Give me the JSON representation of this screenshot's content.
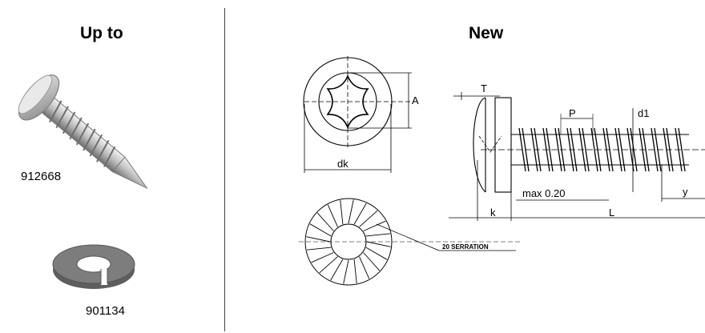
{
  "left": {
    "heading": "Up to",
    "screw_part_number": "912668",
    "washer_part_number": "901134"
  },
  "right": {
    "heading": "New",
    "drawing_labels": {
      "A": "A",
      "dk": "dk",
      "T": "T",
      "P": "P",
      "d1": "d1",
      "max": "max 0.20",
      "k": "k",
      "L": "L",
      "y": "y",
      "serration": "20 SERRATION"
    }
  },
  "colors": {
    "metal_light": "#d9d9d9",
    "metal_mid": "#a6a6a6",
    "metal_dark": "#6e6e6e",
    "washer": "#7d7d7d"
  }
}
